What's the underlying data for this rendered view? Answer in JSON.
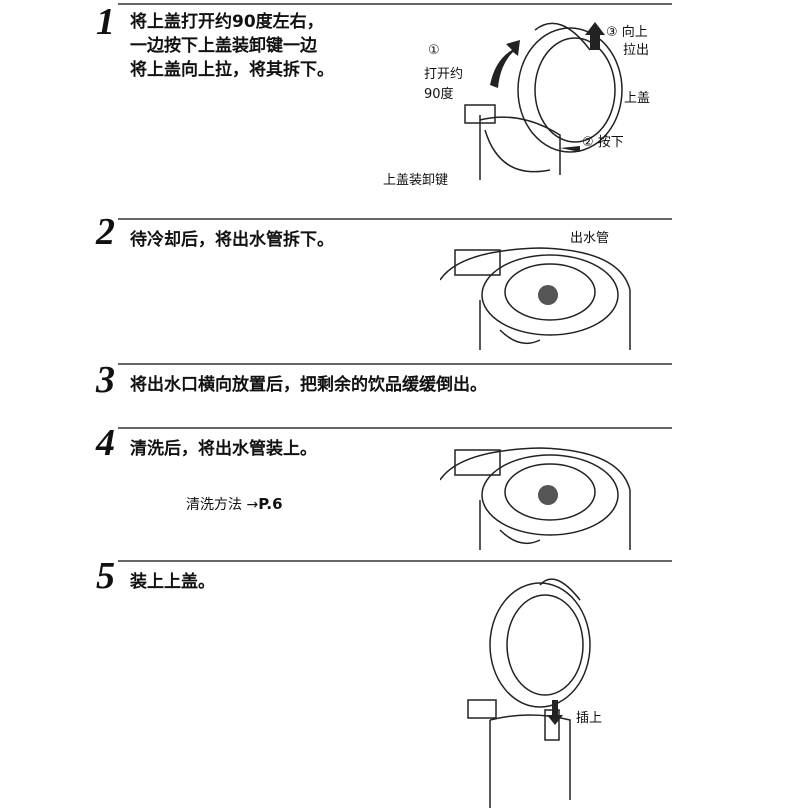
{
  "steps": [
    {
      "number": "1",
      "lines": [
        "将上盖打开约90度左右，",
        "一边按下上盖装卸键一边",
        "将上盖向上拉，将其拆下。"
      ]
    },
    {
      "number": "2",
      "text": "待冷却后，将出水管拆下。"
    },
    {
      "number": "3",
      "text": "将出水口横向放置后，把剩余的饮品缓缓倒出。"
    },
    {
      "number": "4",
      "text": "清洗后，将出水管装上。",
      "note": "清洗方法 →",
      "note_ref": "P.6"
    },
    {
      "number": "5",
      "text": "装上上盖。"
    }
  ],
  "figure1": {
    "open": "①",
    "open_text1": "打开约",
    "open_text2": "90度",
    "pull": "③ 向上",
    "pull2": "拉出",
    "lid": "上盖",
    "press": "② 按下",
    "button": "上盖装卸键"
  },
  "figure2": {
    "spout": "出水管"
  },
  "figure5": {
    "insert": "插上"
  }
}
